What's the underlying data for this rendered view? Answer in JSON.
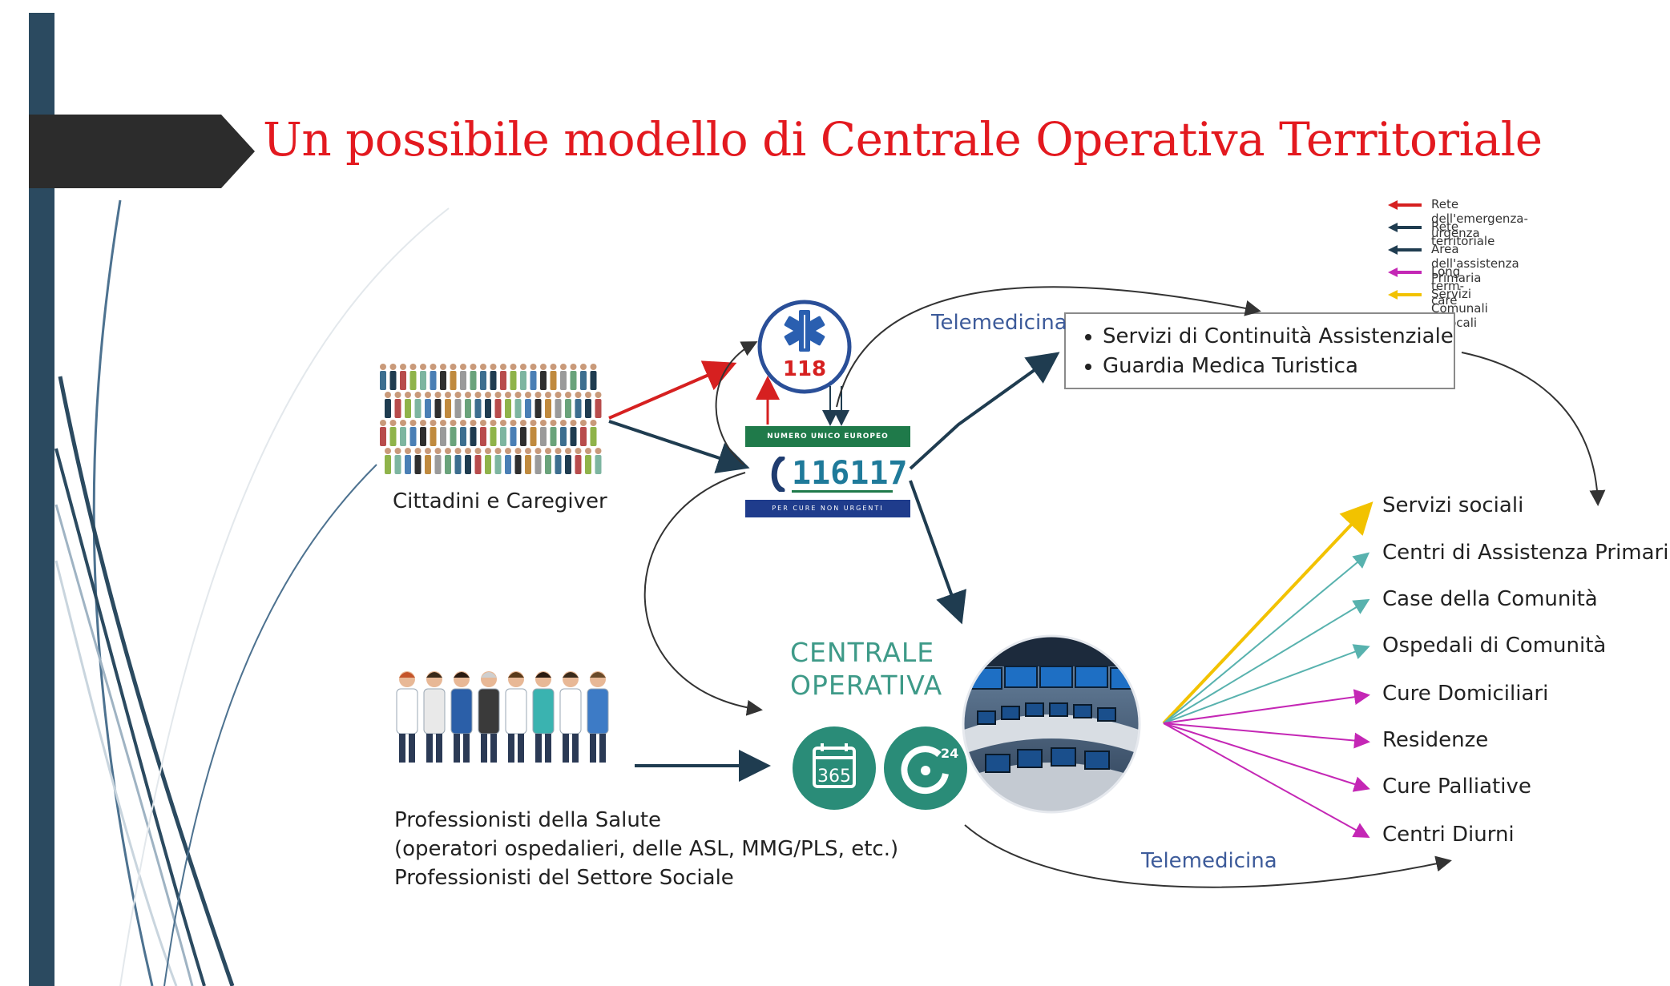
{
  "title": "Un possibile modello di Centrale Operativa Territoriale",
  "legend": [
    {
      "label": "Rete dell'emergenza-urgenza",
      "color": "#d62020"
    },
    {
      "label": "Rete territoriale",
      "color": "#1f3c50"
    },
    {
      "label": "Area dell'assistenza Primaria",
      "color": "#1f3c50"
    },
    {
      "label": "Long term-care",
      "color": "#c427b5"
    },
    {
      "label": "Servizi Comunali e Locali",
      "color": "#f2c200"
    }
  ],
  "cittadini_label": "Cittadini e Caregiver",
  "professionisti": {
    "line1": "Professionisti della Salute",
    "line2": "(operatori ospedalieri, delle ASL, MMG/PLS, etc.)",
    "line3": "Professionisti del Settore Sociale"
  },
  "telemedicina_top": "Telemedicina",
  "telemedicina_bottom": "Telemedicina",
  "servizi_box": [
    "Servizi di Continuità Assistenziale",
    "Guardia Medica Turistica"
  ],
  "emergency_logo": {
    "number": "118"
  },
  "phone_logo": {
    "top_banner": "NUMERO UNICO EUROPEO",
    "number": "116117",
    "bottom_banner": "PER CURE NON URGENTI"
  },
  "centrale": {
    "line1": "CENTRALE",
    "line2": "OPERATIVA",
    "badge_365": "365",
    "badge_24": "24"
  },
  "destinations": [
    {
      "label": "Servizi sociali",
      "color": "#f2c200"
    },
    {
      "label": "Centri di Assistenza Primaria",
      "color": "#58b2ae"
    },
    {
      "label": "Case della Comunità",
      "color": "#58b2ae"
    },
    {
      "label": "Ospedali di Comunità",
      "color": "#58b2ae"
    },
    {
      "label": "Cure Domiciliari",
      "color": "#c427b5"
    },
    {
      "label": "Residenze",
      "color": "#c427b5"
    },
    {
      "label": "Cure Palliative",
      "color": "#c427b5"
    },
    {
      "label": "Centri Diurni",
      "color": "#c427b5"
    }
  ],
  "colors": {
    "title": "#e3191f",
    "sidebar": "#2b4a60",
    "teal": "#2a8c78",
    "navy": "#1f3c50",
    "tele_text": "#3d5b9a"
  }
}
